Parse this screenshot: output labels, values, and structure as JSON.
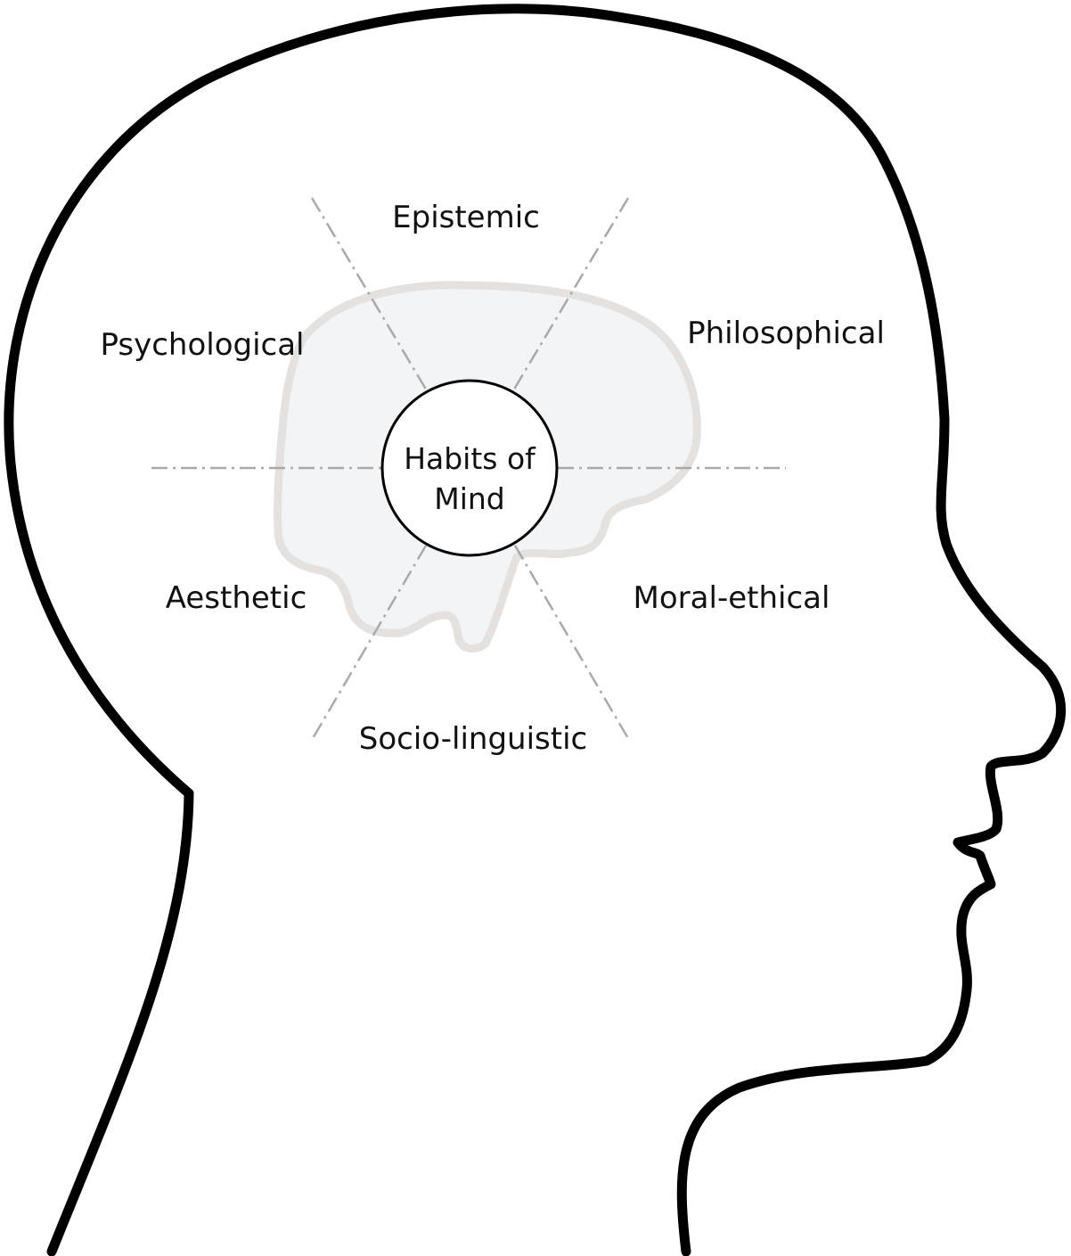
{
  "center": {
    "line1": "Habits of",
    "line2": "Mind"
  },
  "dimensions": [
    {
      "id": "epistemic",
      "label": "Epistemic"
    },
    {
      "id": "philosophical",
      "label": "Philosophical"
    },
    {
      "id": "moral-ethical",
      "label": "Moral-ethical"
    },
    {
      "id": "socio-linguistic",
      "label": "Socio-linguistic"
    },
    {
      "id": "aesthetic",
      "label": "Aesthetic"
    },
    {
      "id": "psychological",
      "label": "Psychological"
    }
  ],
  "colors": {
    "head_outline": "#000000",
    "brain_fill": "#f3f4f6",
    "brain_stroke": "#e4e1df",
    "divider": "#a9a9a9",
    "center_fill": "#ffffff",
    "text": "#111111"
  }
}
